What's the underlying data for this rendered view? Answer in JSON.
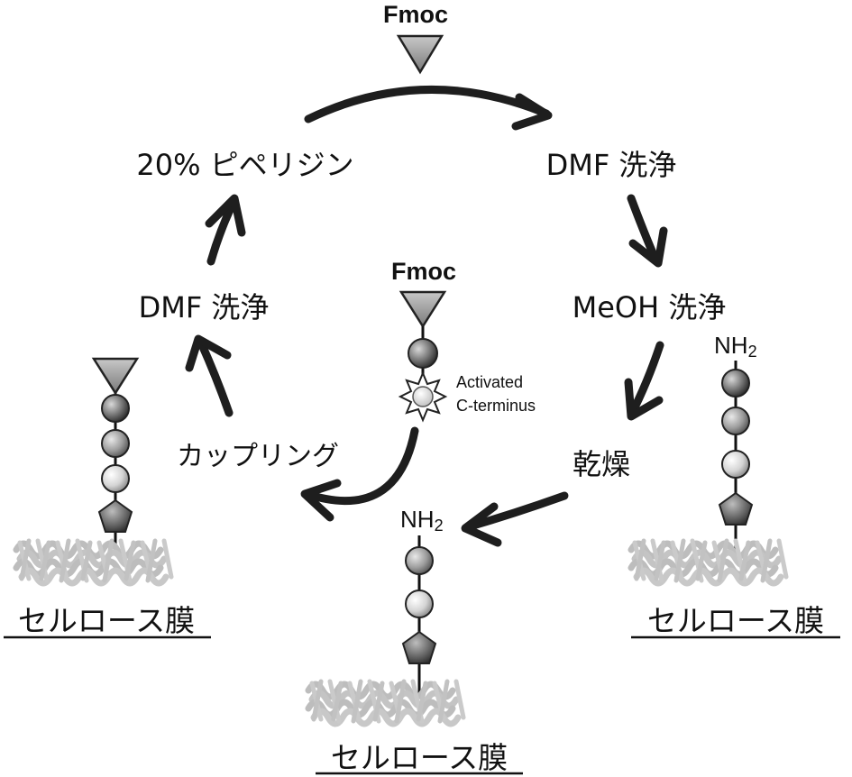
{
  "labels": {
    "fmoc_top": "Fmoc",
    "fmoc_center": "Fmoc",
    "piperidine": "20% ピペリジン",
    "dmf_wash_right": "DMF 洗浄",
    "meoh_wash": "MeOH 洗浄",
    "dry": "乾燥",
    "coupling": "カップリング",
    "dmf_wash_left": "DMF 洗浄",
    "activated": "Activated",
    "c_terminus": "C-terminus",
    "nh2_center": "NH",
    "nh2_center_sub": "2",
    "nh2_right": "NH",
    "nh2_right_sub": "2",
    "membrane_left": "セルロース膜",
    "membrane_center": "セルロース膜",
    "membrane_right": "セルロース膜"
  },
  "colors": {
    "arrow": "#1e1e1e",
    "triangle": "#9a9a9a",
    "sphere_dark": "#6e6e6e",
    "sphere_mid": "#9a9a9a",
    "sphere_light": "#d0d0d0",
    "pentagon": "#5a5a5a",
    "membrane": "#bdbdbd"
  }
}
